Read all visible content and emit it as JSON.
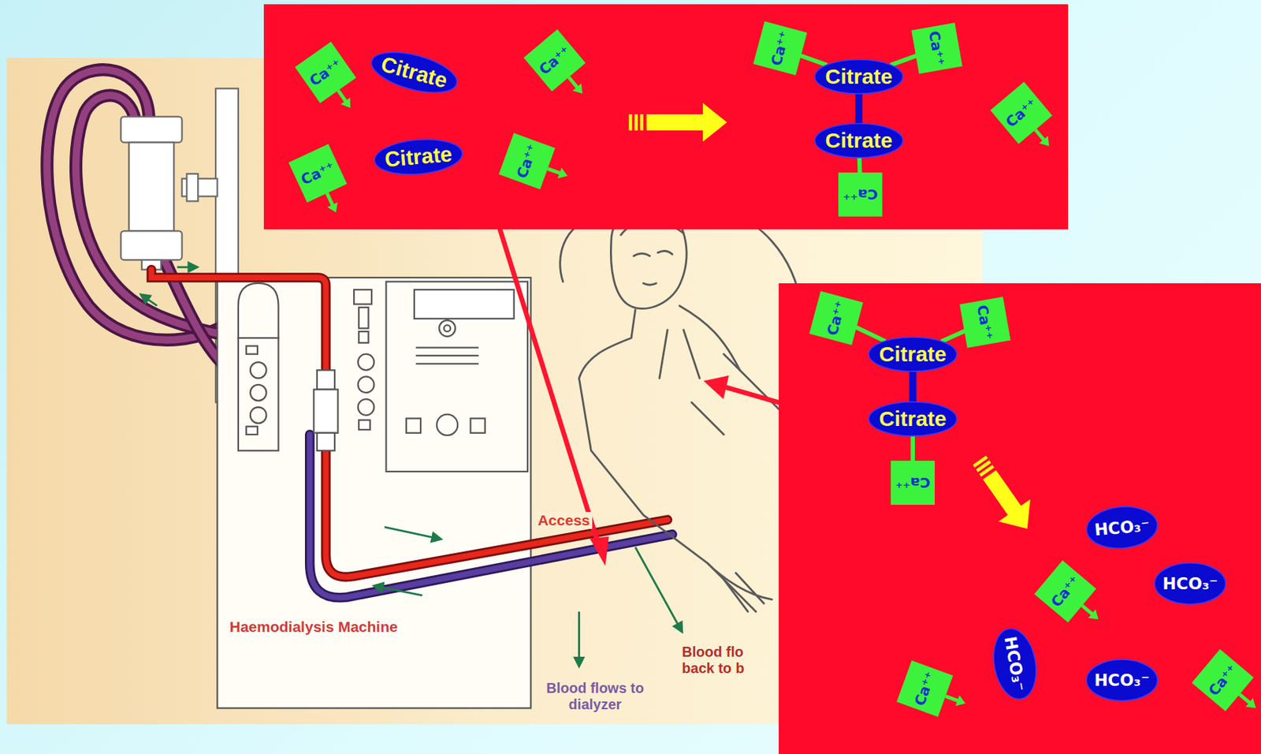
{
  "diagram": {
    "nodes": [
      {
        "text": [
          "Ca⁺⁺"
        ]
      },
      {
        "text": [
          "Citrate"
        ]
      },
      {
        "text": [
          "Ca⁺⁺"
        ]
      },
      {
        "text": [
          "Ca⁺⁺"
        ]
      },
      {
        "text": [
          "Citrate"
        ]
      },
      {
        "text": [
          "Ca⁺⁺"
        ]
      },
      {
        "text": [
          "Ca⁺⁺"
        ]
      },
      {
        "text": [
          "Ca⁺⁺"
        ]
      },
      {
        "text": [
          "Citrate"
        ]
      },
      {
        "text": [
          "Citrate"
        ]
      },
      {
        "text": [
          "Ca⁺⁺"
        ]
      },
      {
        "text": [
          "Ca⁺⁺"
        ]
      },
      {
        "text": [
          "Ca⁺⁺"
        ]
      },
      {
        "text": [
          "Ca⁺⁺"
        ]
      },
      {
        "text": [
          "Citrate"
        ]
      },
      {
        "text": [
          "Citrate"
        ]
      },
      {
        "text": [
          "Ca⁺⁺"
        ]
      },
      {
        "text": [
          "HCO₃⁻"
        ]
      },
      {
        "text": [
          "HCO₃⁻"
        ]
      },
      {
        "text": [
          "Ca⁺⁺"
        ]
      },
      {
        "text": [
          "HCO₃⁻"
        ]
      },
      {
        "text": [
          "HCO₃⁻"
        ]
      },
      {
        "text": [
          "Ca⁺⁺"
        ]
      },
      {
        "text": [
          "Ca⁺⁺"
        ]
      }
    ],
    "edges": [
      {
        "from": 6,
        "to": 8,
        "arrow": "none"
      },
      {
        "from": 7,
        "to": 8,
        "arrow": "none"
      },
      {
        "from": 8,
        "to": 9,
        "arrow": "none"
      },
      {
        "from": 10,
        "to": 9,
        "arrow": "none"
      },
      {
        "from": 12,
        "to": 14,
        "arrow": "none"
      },
      {
        "from": 13,
        "to": 14,
        "arrow": "none"
      },
      {
        "from": 14,
        "to": 15,
        "arrow": "none"
      },
      {
        "from": 16,
        "to": 15,
        "arrow": "none"
      }
    ],
    "labels": [
      "Haemodialysis Machine",
      "Access",
      "Blood flows to dialyzer",
      "Blood flo back to b"
    ]
  }
}
